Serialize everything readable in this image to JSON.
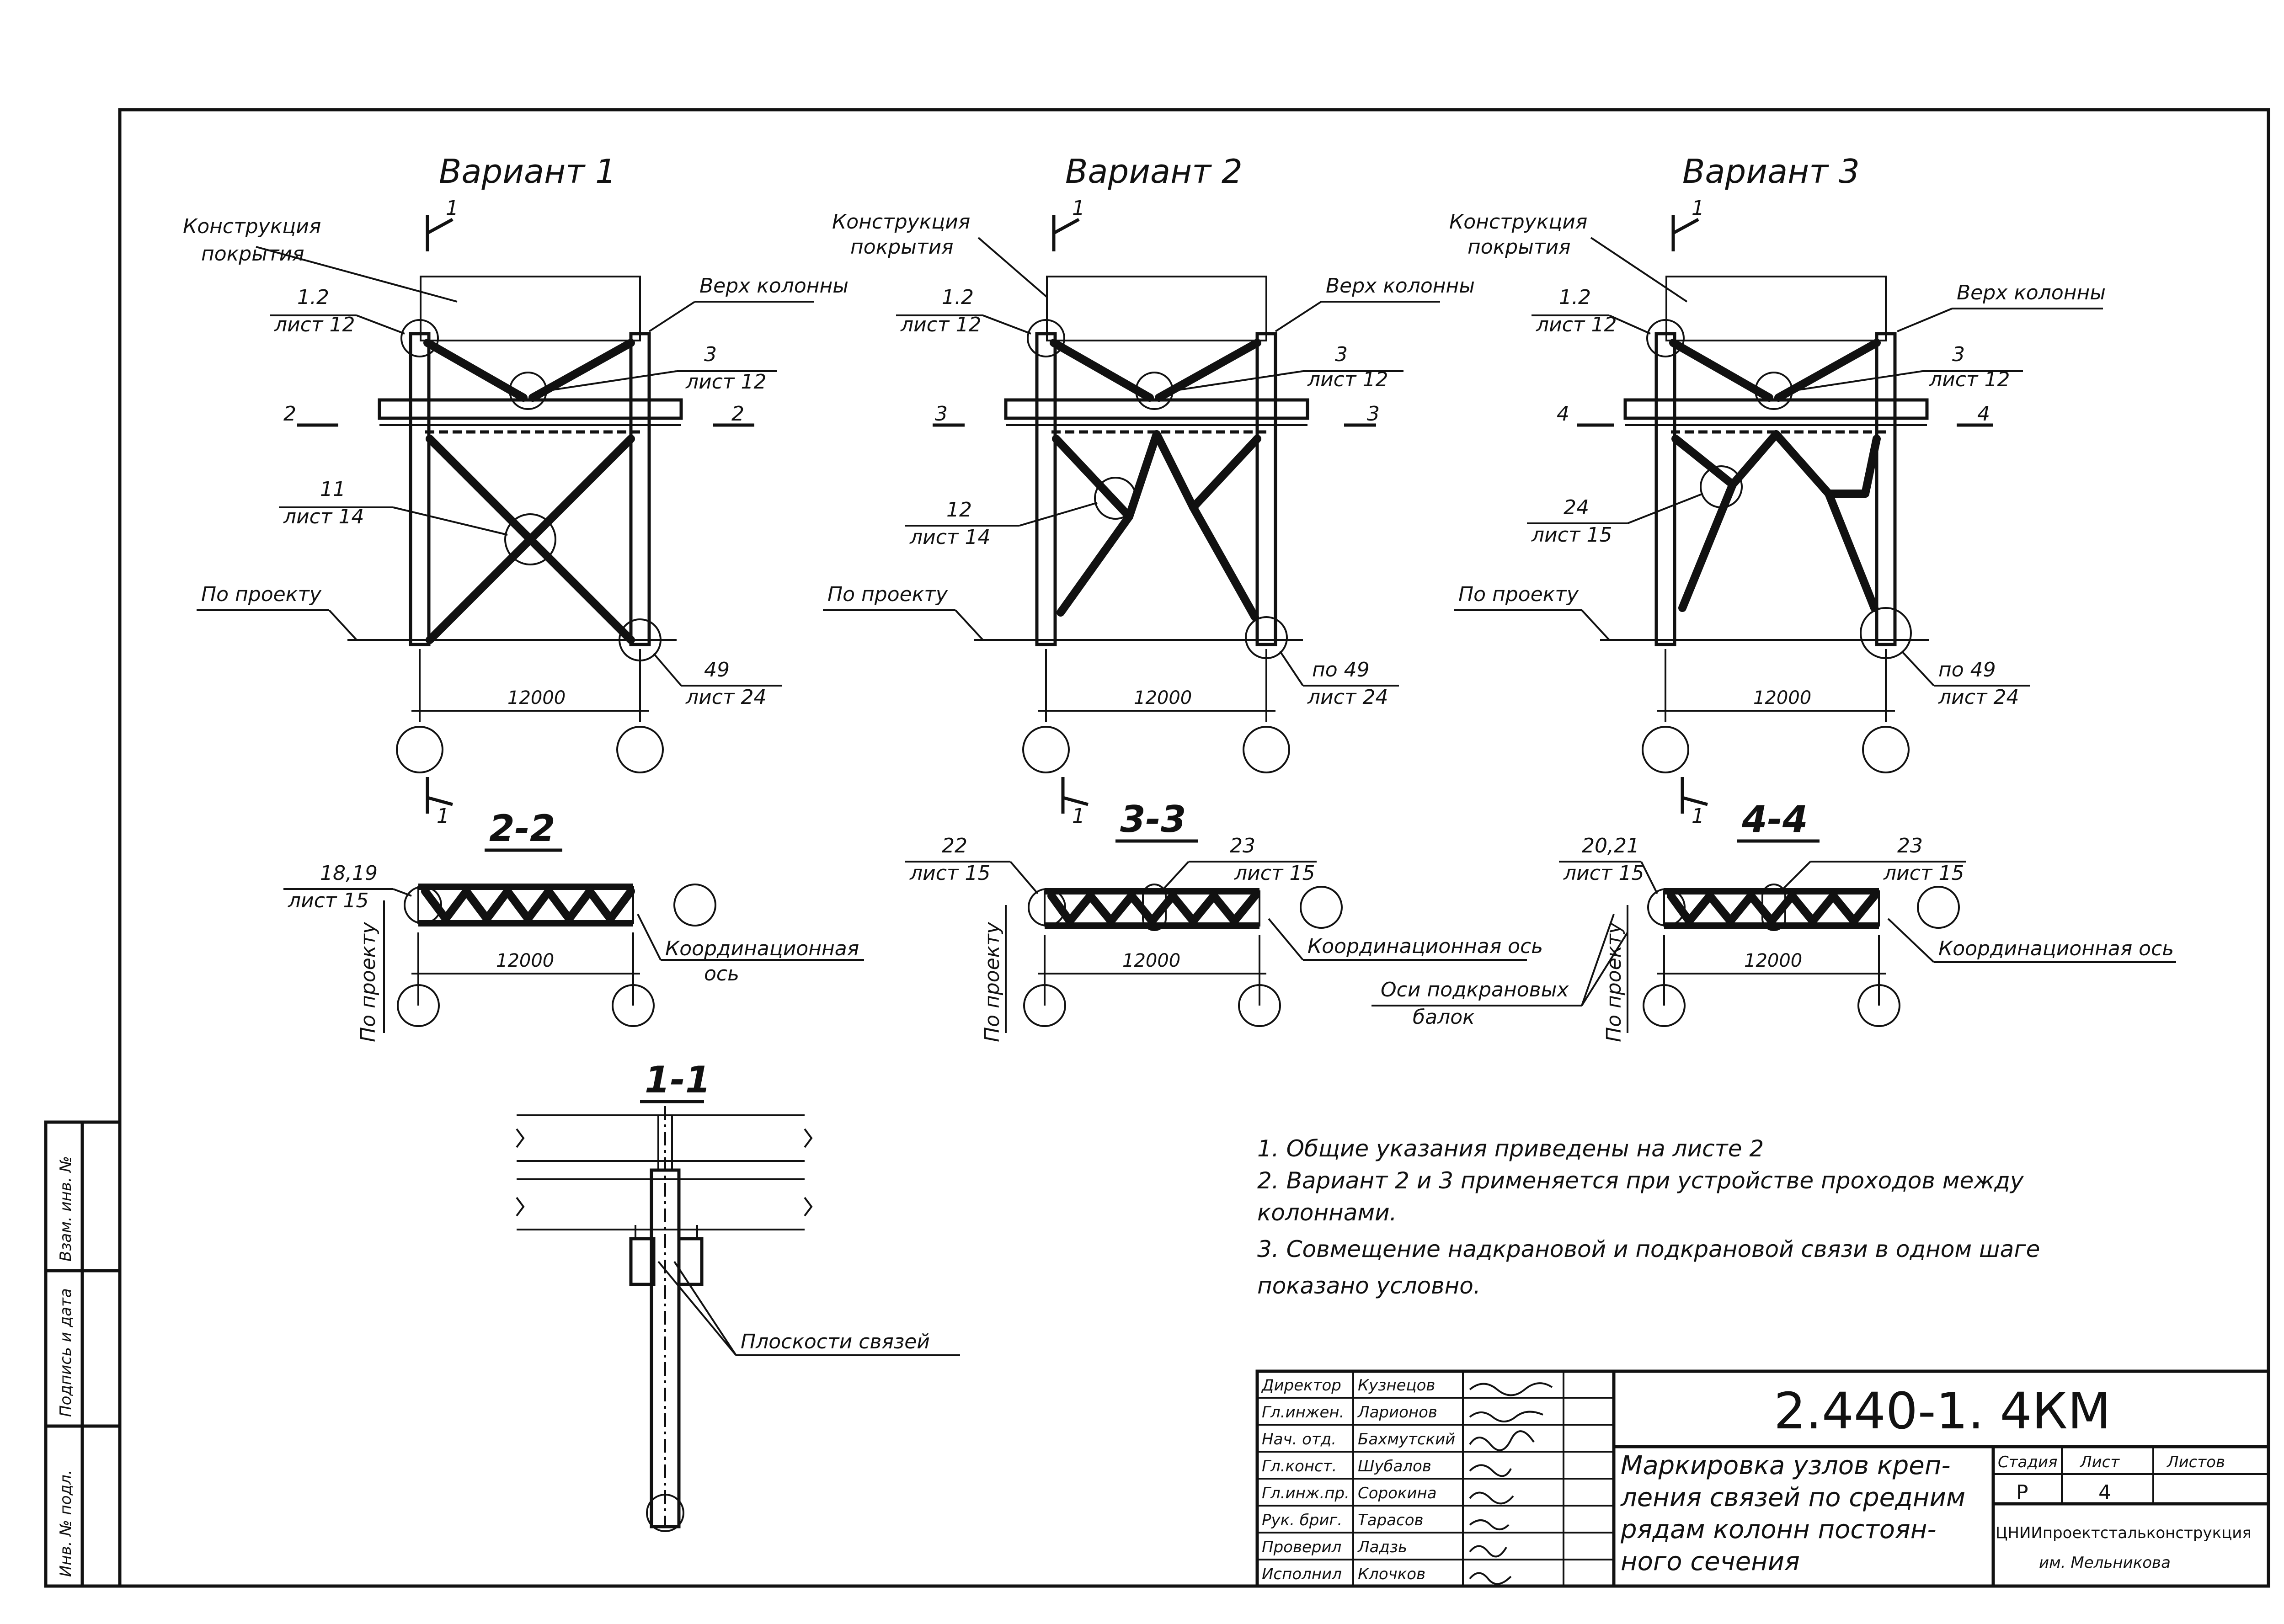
{
  "variants": [
    {
      "title": "Вариант 1",
      "roof_label_1": "Конструкция",
      "roof_label_2": "покрытия",
      "col_top_label": "Верх колонны",
      "node_a_num": "1.2",
      "node_a_sheet": "лист 12",
      "node_b_num": "3",
      "node_b_sheet": "лист 12",
      "node_c_num": "11",
      "node_c_sheet": "лист 14",
      "node_d_num": "49",
      "node_d_sheet": "лист 24",
      "grade_label": "По проекту",
      "span": "12000",
      "cut_top": "1",
      "cut_bottom": "1",
      "sec_mark": "2"
    },
    {
      "title": "Вариант 2",
      "roof_label_1": "Конструкция",
      "roof_label_2": "покрытия",
      "col_top_label": "Верх колонны",
      "node_a_num": "1.2",
      "node_a_sheet": "лист 12",
      "node_b_num": "3",
      "node_b_sheet": "лист 12",
      "node_c_num": "12",
      "node_c_sheet": "лист 14",
      "node_d_num": "по 49",
      "node_d_sheet": "лист 24",
      "grade_label": "По проекту",
      "span": "12000",
      "cut_top": "1",
      "cut_bottom": "1",
      "sec_mark": "3"
    },
    {
      "title": "Вариант 3",
      "roof_label_1": "Конструкция",
      "roof_label_2": "покрытия",
      "col_top_label": "Верх колонны",
      "node_a_num": "1.2",
      "node_a_sheet": "лист 12",
      "node_b_num": "3",
      "node_b_sheet": "лист 12",
      "node_c_num": "24",
      "node_c_sheet": "лист 15",
      "node_d_num": "по 49",
      "node_d_sheet": "лист 24",
      "grade_label": "По проекту",
      "span": "12000",
      "cut_top": "1",
      "cut_bottom": "1",
      "sec_mark": "4"
    }
  ],
  "sections": [
    {
      "title": "2-2",
      "node_left_num": "18,19",
      "node_left_sheet": "лист 15",
      "axis_label_1": "Координационная",
      "axis_label_2": "ось",
      "grade_label": "По проекту",
      "span": "12000"
    },
    {
      "title": "3-3",
      "node_left_num": "22",
      "node_left_sheet": "лист 15",
      "node_mid_num": "23",
      "node_mid_sheet": "лист 15",
      "axis_label_1": "Координационная ось",
      "grade_label": "По проекту",
      "span": "12000"
    },
    {
      "title": "4-4",
      "node_left_num": "20,21",
      "node_left_sheet": "лист 15",
      "node_mid_num": "23",
      "node_mid_sheet": "лист 15",
      "axis_label_1": "Координационная ось",
      "grade_label": "По проекту",
      "span": "12000"
    }
  ],
  "crane_axes_label_1": "Оси подкрановых",
  "crane_axes_label_2": "балок",
  "section_11": {
    "title": "1-1",
    "planes_label": "Плоскости связей"
  },
  "notes": [
    "1. Общие указания приведены на листе 2",
    "2. Вариант 2 и 3 применяется при устройстве проходов между",
    "колоннами.",
    "3. Совмещение надкрановой и подкрановой связи в одном шаге",
    "показано условно."
  ],
  "stamp": {
    "roles": [
      "Директор",
      "Гл.инжен.",
      "Нач. отд.",
      "Гл.конст.",
      "Гл.инж.пр.",
      "Рук. бриг.",
      "Проверил",
      "Исполнил"
    ],
    "names": [
      "Кузнецов",
      "Ларионов",
      "Бахмутский",
      "Шубалов",
      "Сорокина",
      "Тарасов",
      "Ладзь",
      "Клочков"
    ],
    "doc_code": "2.440-1. 4КМ",
    "title_lines": [
      "Маркировка узлов креп-",
      "ления связей по средним",
      "рядам колонн постоян-",
      "ного сечения"
    ],
    "col_stage": "Стадия",
    "col_sheet": "Лист",
    "col_sheets": "Листов",
    "stage": "Р",
    "sheet": "4",
    "org_1": "ЦНИИпроектстальконструкция",
    "org_2": "им. Мельникова"
  },
  "side_stamp": [
    "Инв. № подл.",
    "Подпись и дата",
    "Взам. инв. №"
  ]
}
